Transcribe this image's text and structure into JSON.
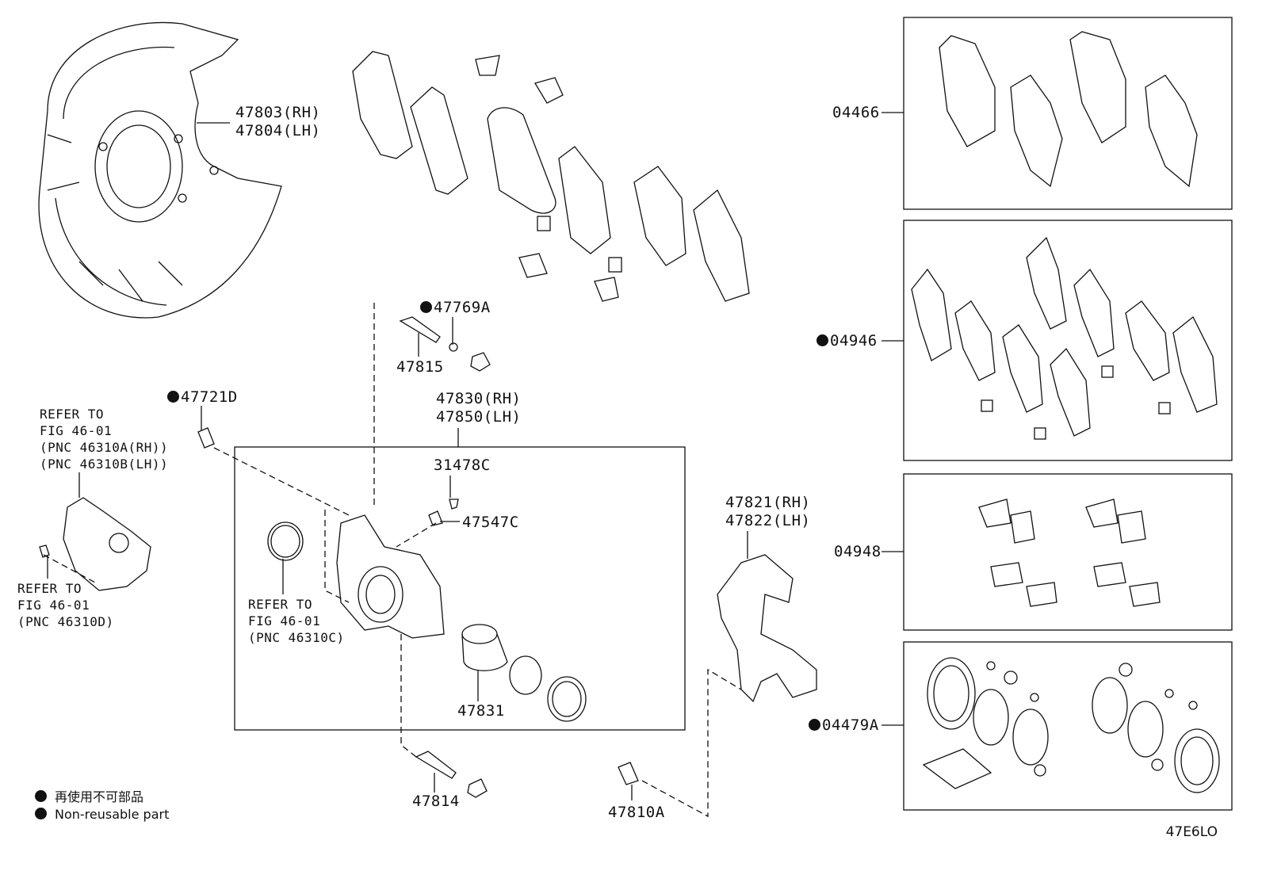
{
  "labels": {
    "p47803": "47803(RH)",
    "p47804": "47804(LH)",
    "p47769a": "47769A",
    "p47815": "47815",
    "p47721d": "47721D",
    "p47830": "47830(RH)",
    "p47850": "47850(LH)",
    "p31478c": "31478C",
    "p47547c": "47547C",
    "p47821": "47821(RH)",
    "p47822": "47822(LH)",
    "p47831": "47831",
    "p47814": "47814",
    "p47810a": "47810A",
    "p04466": "04466",
    "p04946": "04946",
    "p04948": "04948",
    "p04479a": "04479A"
  },
  "refs": {
    "ref_a": "REFER TO\nFIG 46-01\n(PNC 46310A(RH))\n(PNC 46310B(LH))",
    "ref_b": "REFER TO\nFIG 46-01\n(PNC 46310D)",
    "ref_c": "REFER TO\nFIG 46-01\n(PNC 46310C)"
  },
  "legend": {
    "line1": "再使用不可部品",
    "line2": "Non-reusable part"
  },
  "figure_code": "47E6LO",
  "colors": {
    "ink": "#111111",
    "background": "#ffffff"
  }
}
